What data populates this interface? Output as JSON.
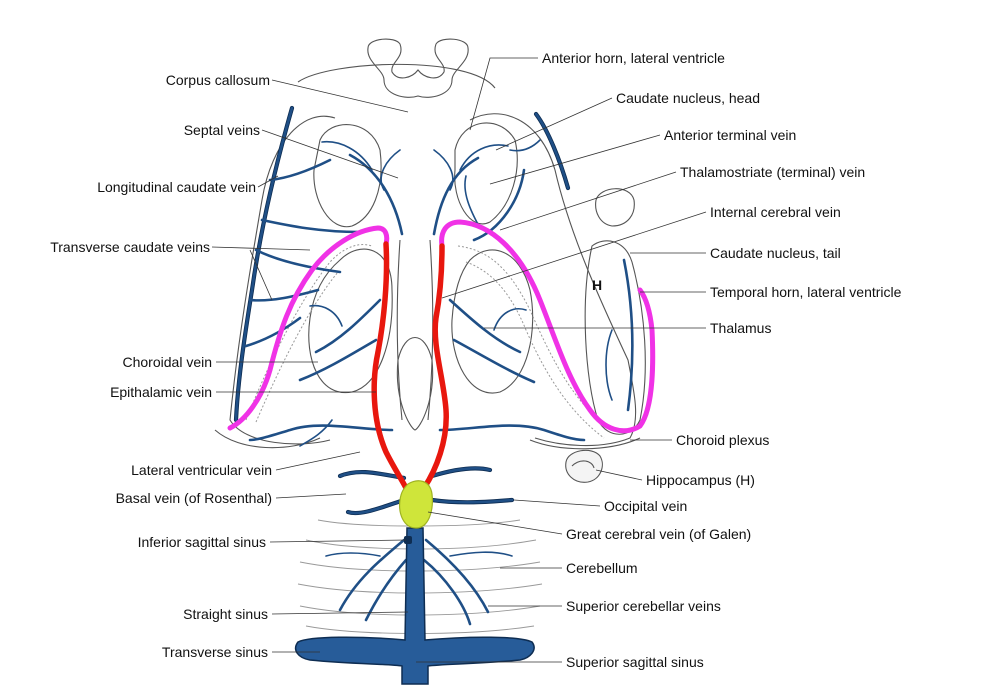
{
  "labels": {
    "left": [
      "Corpus callosum",
      "Septal veins",
      "Longitudinal caudate vein",
      "Transverse caudate veins",
      "Choroidal vein",
      "Epithalamic vein",
      "Lateral ventricular vein",
      "Basal vein (of Rosenthal)",
      "Inferior sagittal sinus",
      "Straight sinus",
      "Transverse sinus"
    ],
    "right": [
      "Anterior horn, lateral ventricle",
      "Caudate nucleus, head",
      "Anterior terminal vein",
      "Thalamostriate (terminal) vein",
      "Internal cerebral vein",
      "Caudate nucleus, tail",
      "Temporal horn, lateral ventricle",
      "Thalamus",
      "Choroid plexus",
      "Hippocampus (H)",
      "Occipital vein",
      "Great cerebral vein (of Galen)",
      "Cerebellum",
      "Superior cerebellar veins",
      "Superior sagittal sinus"
    ],
    "inline": {
      "hippocampus_mark": "H"
    }
  },
  "colors": {
    "vein": "#1f4f86",
    "vein_edge": "#0e2d52",
    "highlight_red": "#e8170e",
    "highlight_magenta": "#f032e6",
    "highlight_yellow": "#cfe53a"
  }
}
